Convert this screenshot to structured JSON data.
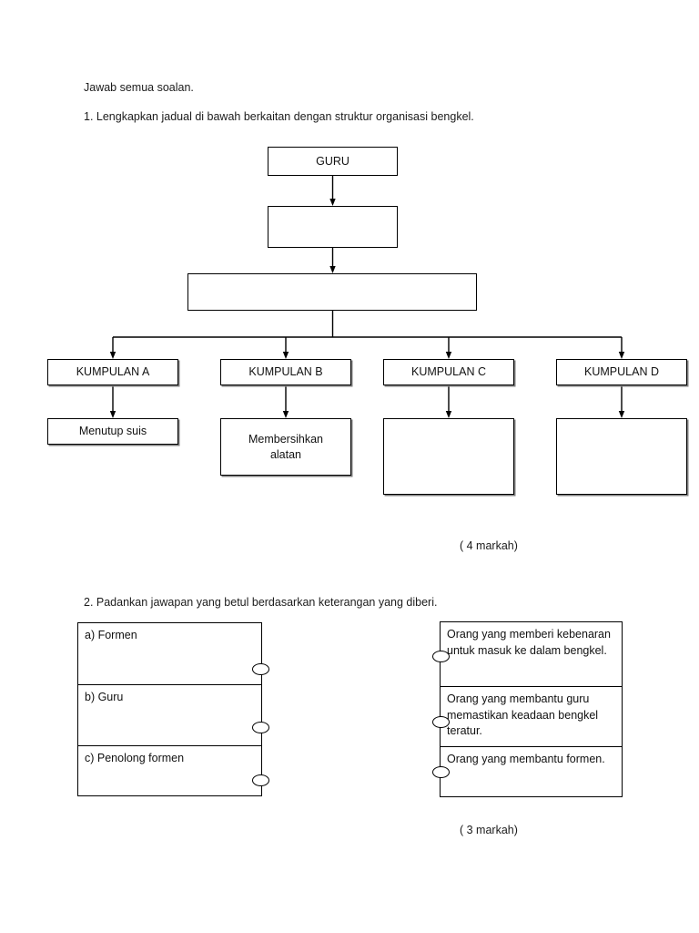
{
  "document": {
    "intro": "Jawab semua soalan.",
    "questions": [
      {
        "number": "1",
        "text": "1. Lengkapkan jadual di bawah berkaitan dengan struktur organisasi bengkel.",
        "marks_note": "( 4 markah)"
      },
      {
        "number": "2",
        "text": "2. Padankan jawapan yang betul berdasarkan keterangan yang diberi.",
        "marks_note": "( 3 markah)"
      }
    ]
  },
  "flowchart": {
    "top_node": "GURU",
    "blank_node_1": "",
    "blank_node_2": "",
    "groups": [
      {
        "label": "KUMPULAN  A",
        "task": "Menutup suis"
      },
      {
        "label": "KUMPULAN  B",
        "task": "Membersihkan\nalatan"
      },
      {
        "label": "KUMPULAN  C",
        "task": ""
      },
      {
        "label": "KUMPULAN  D",
        "task": ""
      }
    ]
  },
  "matching": {
    "left_items": [
      "a) Formen",
      "b) Guru",
      "c) Penolong formen"
    ],
    "right_items": [
      "Orang yang memberi kebenaran untuk masuk ke dalam bengkel.",
      "Orang yang membantu guru memastikan keadaan bengkel teratur.",
      "Orang yang membantu formen."
    ]
  },
  "colors": {
    "ink": "#000000",
    "paper": "#ffffff",
    "shadow": "#808080"
  }
}
